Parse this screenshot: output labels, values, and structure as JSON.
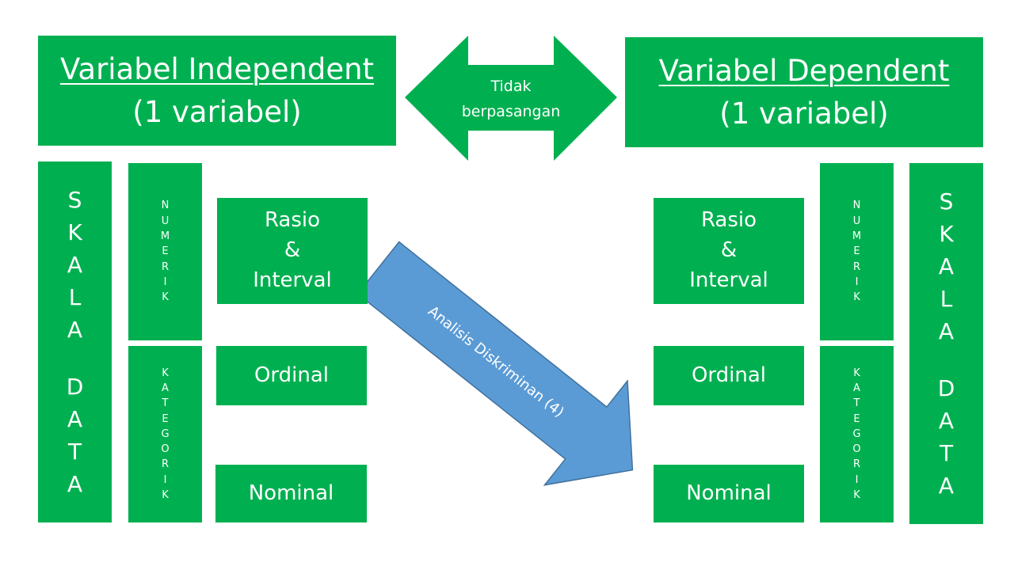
{
  "independent": {
    "title": "Variabel Independent",
    "subtitle": "(1 variabel)",
    "scale": [
      "S",
      "K",
      "A",
      "L",
      "A",
      "",
      "D",
      "A",
      "T",
      "A"
    ],
    "numerik": [
      "N",
      "U",
      "M",
      "E",
      "R",
      "I",
      "K"
    ],
    "kategorik": [
      "K",
      "A",
      "T",
      "E",
      "G",
      "O",
      "R",
      "I",
      "K"
    ],
    "categories": {
      "rasio": [
        "Rasio",
        "&",
        "Interval"
      ],
      "ordinal": "Ordinal",
      "nominal": "Nominal"
    }
  },
  "dependent": {
    "title": "Variabel Dependent",
    "subtitle": "(1 variabel)",
    "scale": [
      "S",
      "K",
      "A",
      "L",
      "A",
      "",
      "D",
      "A",
      "T",
      "A"
    ],
    "numerik": [
      "N",
      "U",
      "M",
      "E",
      "R",
      "I",
      "K"
    ],
    "kategorik": [
      "K",
      "A",
      "T",
      "E",
      "G",
      "O",
      "R",
      "I",
      "K"
    ],
    "categories": {
      "rasio": [
        "Rasio",
        "&",
        "Interval"
      ],
      "ordinal": "Ordinal",
      "nominal": "Nominal"
    }
  },
  "relation_arrow": {
    "line1": "Tidak",
    "line2": "berpasangan"
  },
  "analysis_arrow": {
    "label": "Analisis Diskriminan (4)"
  },
  "colors": {
    "green": "#00b050",
    "blue": "#5b9bd5",
    "blue_stroke": "#41719c",
    "text": "#ffffff"
  }
}
